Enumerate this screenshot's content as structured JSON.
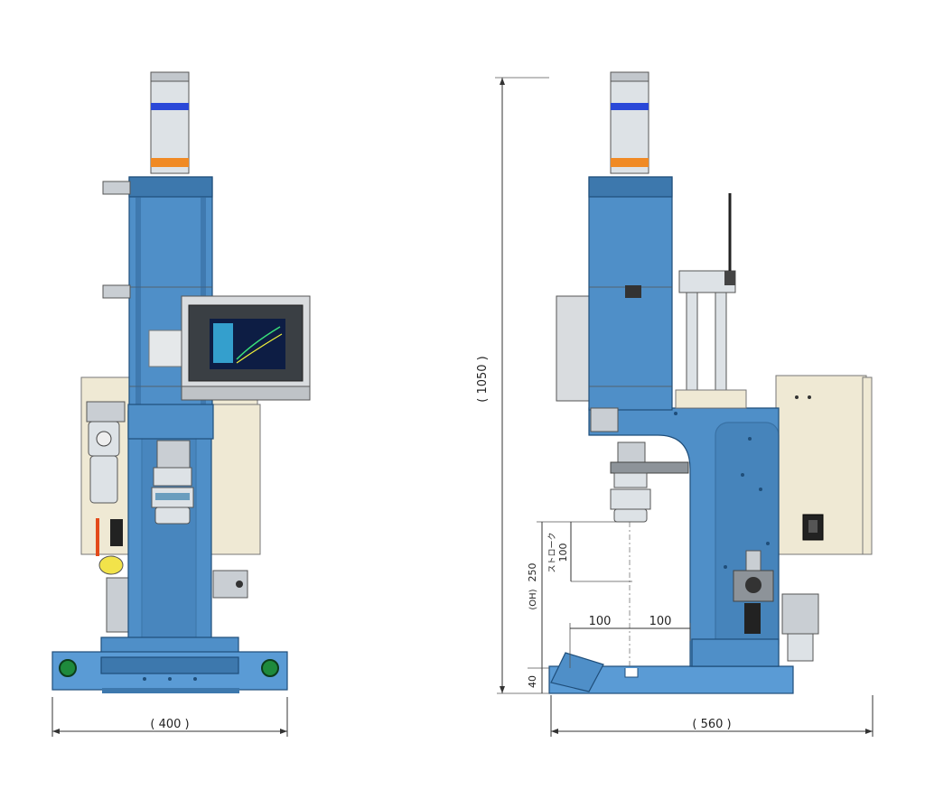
{
  "dimensions": {
    "front_width": "( 400 )",
    "side_depth": "( 560 )",
    "total_height": "( 1050 )",
    "stroke_label": "ストローク",
    "stroke_value": "100",
    "oh_label": "(OH)",
    "oh_value": "250",
    "throat_left": "100",
    "throat_right": "100",
    "base_height": "40"
  },
  "colors": {
    "machine_blue": "#4f8fc8",
    "cabinet_cream": "#efe9d4",
    "indicator_orange": "#f08a24",
    "band_blue": "#2a48d8",
    "button_green": "#1e8a3c"
  }
}
